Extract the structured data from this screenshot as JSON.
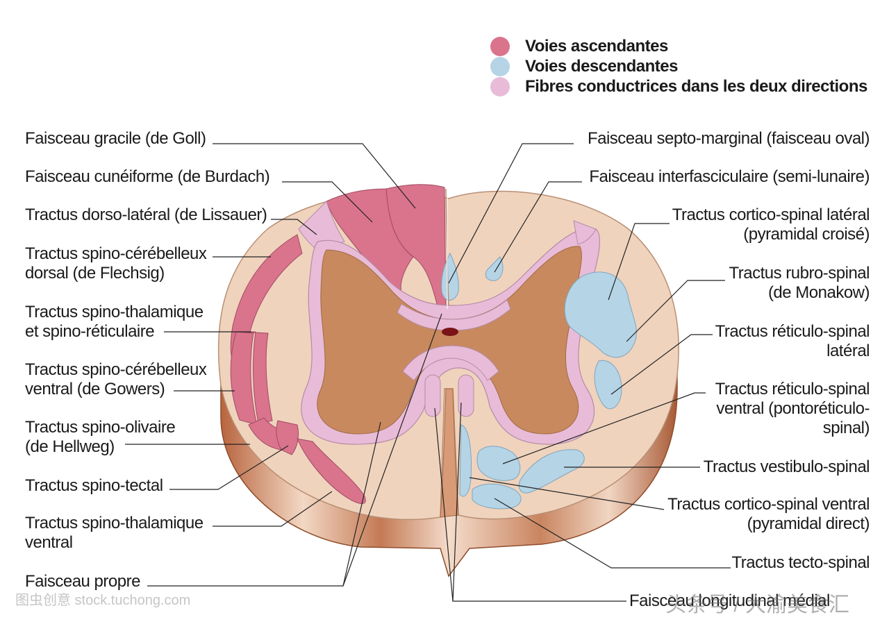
{
  "legend": [
    {
      "label": "Voies ascendantes",
      "color": "#d9748c"
    },
    {
      "label": "Voies descendantes",
      "color": "#b5d4e6"
    },
    {
      "label": "Fibres conductrices dans les deux directions",
      "color": "#e8bcd8"
    }
  ],
  "labels_left": [
    {
      "id": "gracile",
      "lines": [
        "Faisceau gracile (de Goll)"
      ]
    },
    {
      "id": "cuneiforme",
      "lines": [
        "Faisceau cunéiforme (de Burdach)"
      ]
    },
    {
      "id": "lissauer",
      "lines": [
        "Tractus dorso-latéral (de Lissauer)"
      ]
    },
    {
      "id": "flechsig",
      "lines": [
        "Tractus spino-cérébelleux",
        "dorsal (de Flechsig)"
      ]
    },
    {
      "id": "spino-thal-lat",
      "lines": [
        "Tractus spino-thalamique",
        "et spino-réticulaire"
      ]
    },
    {
      "id": "gowers",
      "lines": [
        "Tractus spino-cérébelleux",
        "ventral (de Gowers)"
      ]
    },
    {
      "id": "hellweg",
      "lines": [
        "Tractus spino-olivaire",
        "(de Hellweg)"
      ]
    },
    {
      "id": "spino-tectal",
      "lines": [
        "Tractus spino-tectal"
      ]
    },
    {
      "id": "spino-thal-ventral",
      "lines": [
        "Tractus spino-thalamique",
        "ventral"
      ]
    },
    {
      "id": "propre",
      "lines": [
        "Faisceau propre"
      ]
    }
  ],
  "labels_right": [
    {
      "id": "septo",
      "lines": [
        "Faisceau septo-marginal (faisceau oval)"
      ]
    },
    {
      "id": "interfasc",
      "lines": [
        "Faisceau interfasciculaire (semi-lunaire)"
      ]
    },
    {
      "id": "cs-lateral",
      "lines": [
        "Tractus cortico-spinal latéral",
        "(pyramidal croisé)"
      ]
    },
    {
      "id": "rubro",
      "lines": [
        "Tractus rubro-spinal",
        "(de Monakow)"
      ]
    },
    {
      "id": "reticulo-lat",
      "lines": [
        "Tractus réticulo-spinal",
        "latéral"
      ]
    },
    {
      "id": "reticulo-ventral",
      "lines": [
        "Tractus réticulo-spinal",
        "ventral (pontoréticulo-",
        "spinal)"
      ]
    },
    {
      "id": "vestibulo",
      "lines": [
        "Tractus vestibulo-spinal"
      ]
    },
    {
      "id": "cs-ventral",
      "lines": [
        "Tractus cortico-spinal ventral",
        "(pyramidal direct)"
      ]
    },
    {
      "id": "tecto",
      "lines": [
        "Tractus tecto-spinal"
      ]
    },
    {
      "id": "longitudinal",
      "lines": [
        "Faisceau longitudinal médial"
      ]
    }
  ],
  "watermarks": {
    "left": "图虫创意 stock.tuchong.com",
    "right": "头条号 / 大渝美食汇"
  }
}
